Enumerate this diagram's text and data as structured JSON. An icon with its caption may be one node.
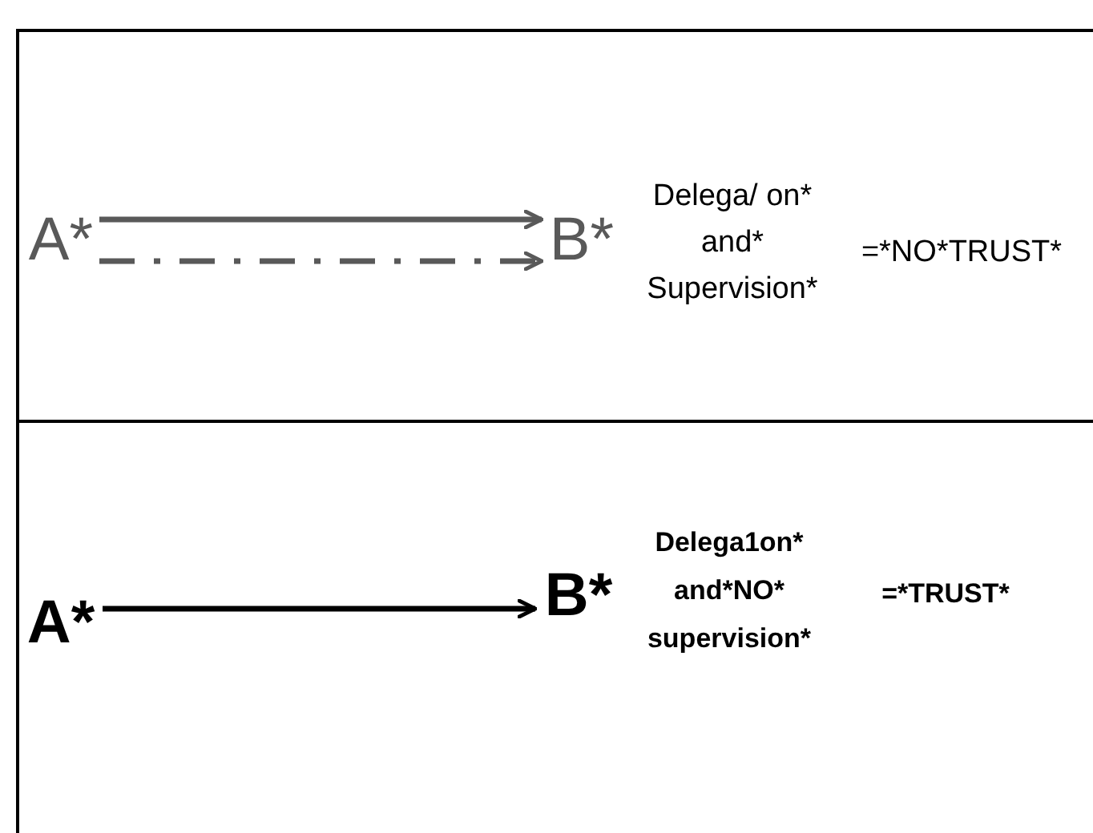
{
  "diagram": {
    "nodes": [
      {
        "text": [
          "Delega/ on* and* Supervision*",
          "=*NO*TRUST*"
        ]
      },
      {
        "text": [
          "A*"
        ],
        "in": 0
      },
      {
        "text": [
          "B*"
        ],
        "in": 0
      },
      {
        "text": [
          "Delega1on* and*NO* supervision*",
          "=*TRUST*"
        ]
      },
      {
        "text": [
          "A*"
        ],
        "in": 3
      },
      {
        "text": [
          "B*"
        ],
        "in": 3
      }
    ],
    "edges": [
      {
        "from": 1,
        "to": 2,
        "arrow": "to",
        "color": "#595959"
      },
      {
        "from": 1,
        "to": 2,
        "arrow": "to",
        "style": "dashed",
        "color": "#595959"
      },
      {
        "from": 4,
        "to": 5,
        "arrow": "to",
        "color": "#000000"
      }
    ]
  }
}
